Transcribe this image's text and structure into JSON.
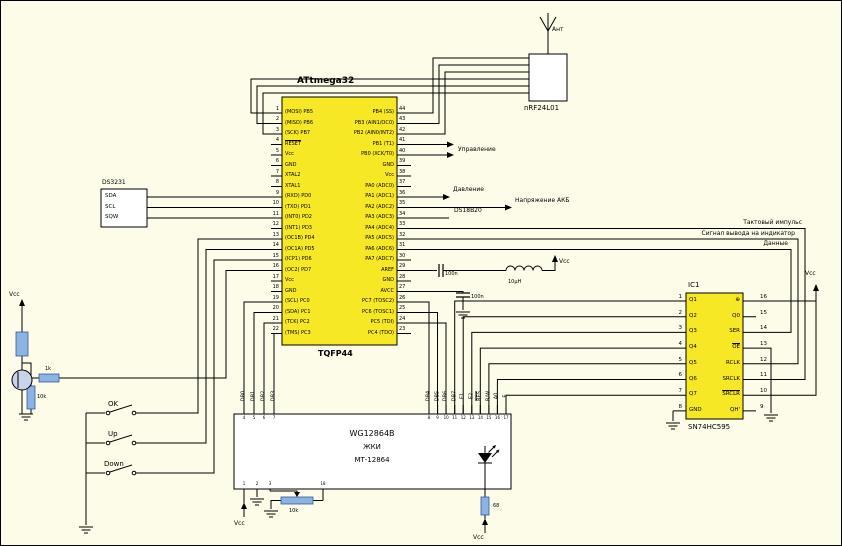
{
  "colors": {
    "background": "#fcfce8",
    "chip_fill": "#f7e825",
    "module_fill": "#ffffff",
    "resistor_fill": "#8db3e2",
    "wire": "#000000"
  },
  "mcu": {
    "title": "ATtmega32",
    "package": "TQFP44",
    "left_pins": [
      {
        "num": "1",
        "label": "(MOSI) PB5"
      },
      {
        "num": "2",
        "label": "(MISO) PB6"
      },
      {
        "num": "3",
        "label": "(SCK) PB7"
      },
      {
        "num": "4",
        "label": "RESET",
        "bar": true
      },
      {
        "num": "5",
        "label": "Vcc"
      },
      {
        "num": "6",
        "label": "GND"
      },
      {
        "num": "7",
        "label": "XTAL2"
      },
      {
        "num": "8",
        "label": "XTAL1"
      },
      {
        "num": "9",
        "label": "(RXD) PD0"
      },
      {
        "num": "10",
        "label": "(TXD) PD1"
      },
      {
        "num": "11",
        "label": "(INT0) PD2"
      },
      {
        "num": "12",
        "label": "(INT1) PD3"
      },
      {
        "num": "13",
        "label": "(OC1B) PD4"
      },
      {
        "num": "14",
        "label": "(OC1A) PD5"
      },
      {
        "num": "15",
        "label": "(ICP1) PD6"
      },
      {
        "num": "16",
        "label": "(OC2) PD7"
      },
      {
        "num": "17",
        "label": "Vcc"
      },
      {
        "num": "18",
        "label": "GND"
      },
      {
        "num": "19",
        "label": "(SCL) PC0"
      },
      {
        "num": "20",
        "label": "(SDA) PC1"
      },
      {
        "num": "21",
        "label": "(TCK) PC2"
      },
      {
        "num": "22",
        "label": "(TMS) PC3"
      }
    ],
    "right_pins": [
      {
        "num": "44",
        "label": "PB4 (SS)"
      },
      {
        "num": "43",
        "label": "PB3 (AIN1/OC0)"
      },
      {
        "num": "42",
        "label": "PB2 (AIN0/INT2)"
      },
      {
        "num": "41",
        "label": "PB1 (T1)"
      },
      {
        "num": "40",
        "label": "PB0 (XCK/T0)"
      },
      {
        "num": "39",
        "label": "GND"
      },
      {
        "num": "38",
        "label": "Vcc"
      },
      {
        "num": "37",
        "label": "PA0 (ADC0)"
      },
      {
        "num": "36",
        "label": "PA1 (ADC1)"
      },
      {
        "num": "35",
        "label": "PA2 (ADC2)"
      },
      {
        "num": "34",
        "label": "PA3 (ADC3)"
      },
      {
        "num": "33",
        "label": "PA4 (ADC4)"
      },
      {
        "num": "32",
        "label": "PA5 (ADC5)"
      },
      {
        "num": "31",
        "label": "PA6 (ADC6)"
      },
      {
        "num": "30",
        "label": "PA7 (ADC7)"
      },
      {
        "num": "29",
        "label": "AREF"
      },
      {
        "num": "28",
        "label": "GND"
      },
      {
        "num": "27",
        "label": "AVCC"
      },
      {
        "num": "26",
        "label": "PC7 (TOSC2)"
      },
      {
        "num": "25",
        "label": "PC6 (TOSC1)"
      },
      {
        "num": "24",
        "label": "PC5 (TDI)"
      },
      {
        "num": "23",
        "label": "PC4 (TDO)"
      }
    ]
  },
  "rf": {
    "name": "nRF24L01",
    "antenna_label": "Ант"
  },
  "rtc": {
    "name": "DS3231",
    "pins": [
      "SDA",
      "SCL",
      "SQW"
    ]
  },
  "sr": {
    "designator": "IC1",
    "name": "SN74HC595",
    "left_pins": [
      {
        "num": "1",
        "label": "Q1"
      },
      {
        "num": "2",
        "label": "Q2"
      },
      {
        "num": "3",
        "label": "Q3"
      },
      {
        "num": "4",
        "label": "Q4"
      },
      {
        "num": "5",
        "label": "Q5"
      },
      {
        "num": "6",
        "label": "Q6"
      },
      {
        "num": "7",
        "label": "Q7"
      },
      {
        "num": "8",
        "label": "GND"
      }
    ],
    "right_pins": [
      {
        "num": "16",
        "label": "⊕"
      },
      {
        "num": "15",
        "label": "Q0"
      },
      {
        "num": "14",
        "label": "SER"
      },
      {
        "num": "13",
        "label": "OE",
        "bar": true
      },
      {
        "num": "12",
        "label": "RCLK"
      },
      {
        "num": "11",
        "label": "SRCLK"
      },
      {
        "num": "10",
        "label": "SRCLR",
        "bar": true
      },
      {
        "num": "9",
        "label": "QH'"
      }
    ]
  },
  "lcd": {
    "line1": "WG12864B",
    "line2": "ЖКИ",
    "line3": "МТ-12864",
    "top_left_pins": [
      {
        "num": "4",
        "label": "DB0"
      },
      {
        "num": "5",
        "label": "DB1"
      },
      {
        "num": "6",
        "label": "DB2"
      },
      {
        "num": "7",
        "label": "DB3"
      }
    ],
    "top_right_pins": [
      {
        "num": "8",
        "label": "DB4"
      },
      {
        "num": "9",
        "label": "DB5"
      },
      {
        "num": "10",
        "label": "DB6"
      },
      {
        "num": "11",
        "label": "DB7"
      },
      {
        "num": "12",
        "label": "E1"
      },
      {
        "num": "13",
        "label": "E2"
      },
      {
        "num": "14",
        "label": "RES",
        "bar": true
      },
      {
        "num": "15",
        "label": "R/W"
      },
      {
        "num": "16",
        "label": "A0"
      },
      {
        "num": "17",
        "label": "E"
      }
    ],
    "bottom_left_pins": [
      {
        "num": "1"
      },
      {
        "num": "2"
      },
      {
        "num": "3"
      }
    ],
    "bottom_right_pins": [
      {
        "num": "18"
      }
    ]
  },
  "buttons": [
    "OK",
    "Up",
    "Down"
  ],
  "signals": {
    "control": "Управление",
    "pressure": "Давление",
    "battery": "Напряжение АКБ",
    "temp": "DS18B20",
    "clock": "Тактовый импульс",
    "latch": "Сигнал вывода на индикатор",
    "data": "Данные"
  },
  "power": {
    "vcc": "Vcc"
  },
  "values": {
    "c1": "100n",
    "c2": "100n",
    "l1": "10μH",
    "pot": "10k",
    "r_led": "68",
    "r1": "1k",
    "r2": "10k"
  }
}
